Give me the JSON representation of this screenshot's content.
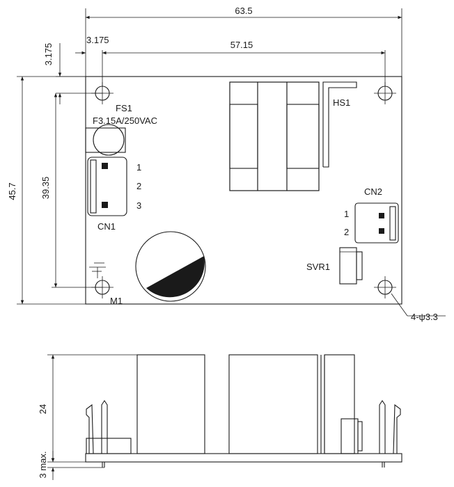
{
  "dimensions": {
    "overall_width": "63.5",
    "hole_pitch_x": "57.15",
    "hole_offset_x": "3.175",
    "hole_offset_y": "3.175",
    "overall_height": "45.7",
    "hole_pitch_y": "39.35",
    "hole_spec": "4-ψ3.3",
    "component_height": "24",
    "lead_length": "3 max."
  },
  "components": {
    "fuse_ref": "FS1",
    "fuse_rating": "F3.15A/250VAC",
    "heatsink_ref": "HS1",
    "cn1_ref": "CN1",
    "cn2_ref": "CN2",
    "svr_ref": "SVR1",
    "mount_ref": "M1"
  },
  "pins": {
    "cn1": [
      "1",
      "2",
      "3"
    ],
    "cn2": [
      "1",
      "2"
    ]
  }
}
